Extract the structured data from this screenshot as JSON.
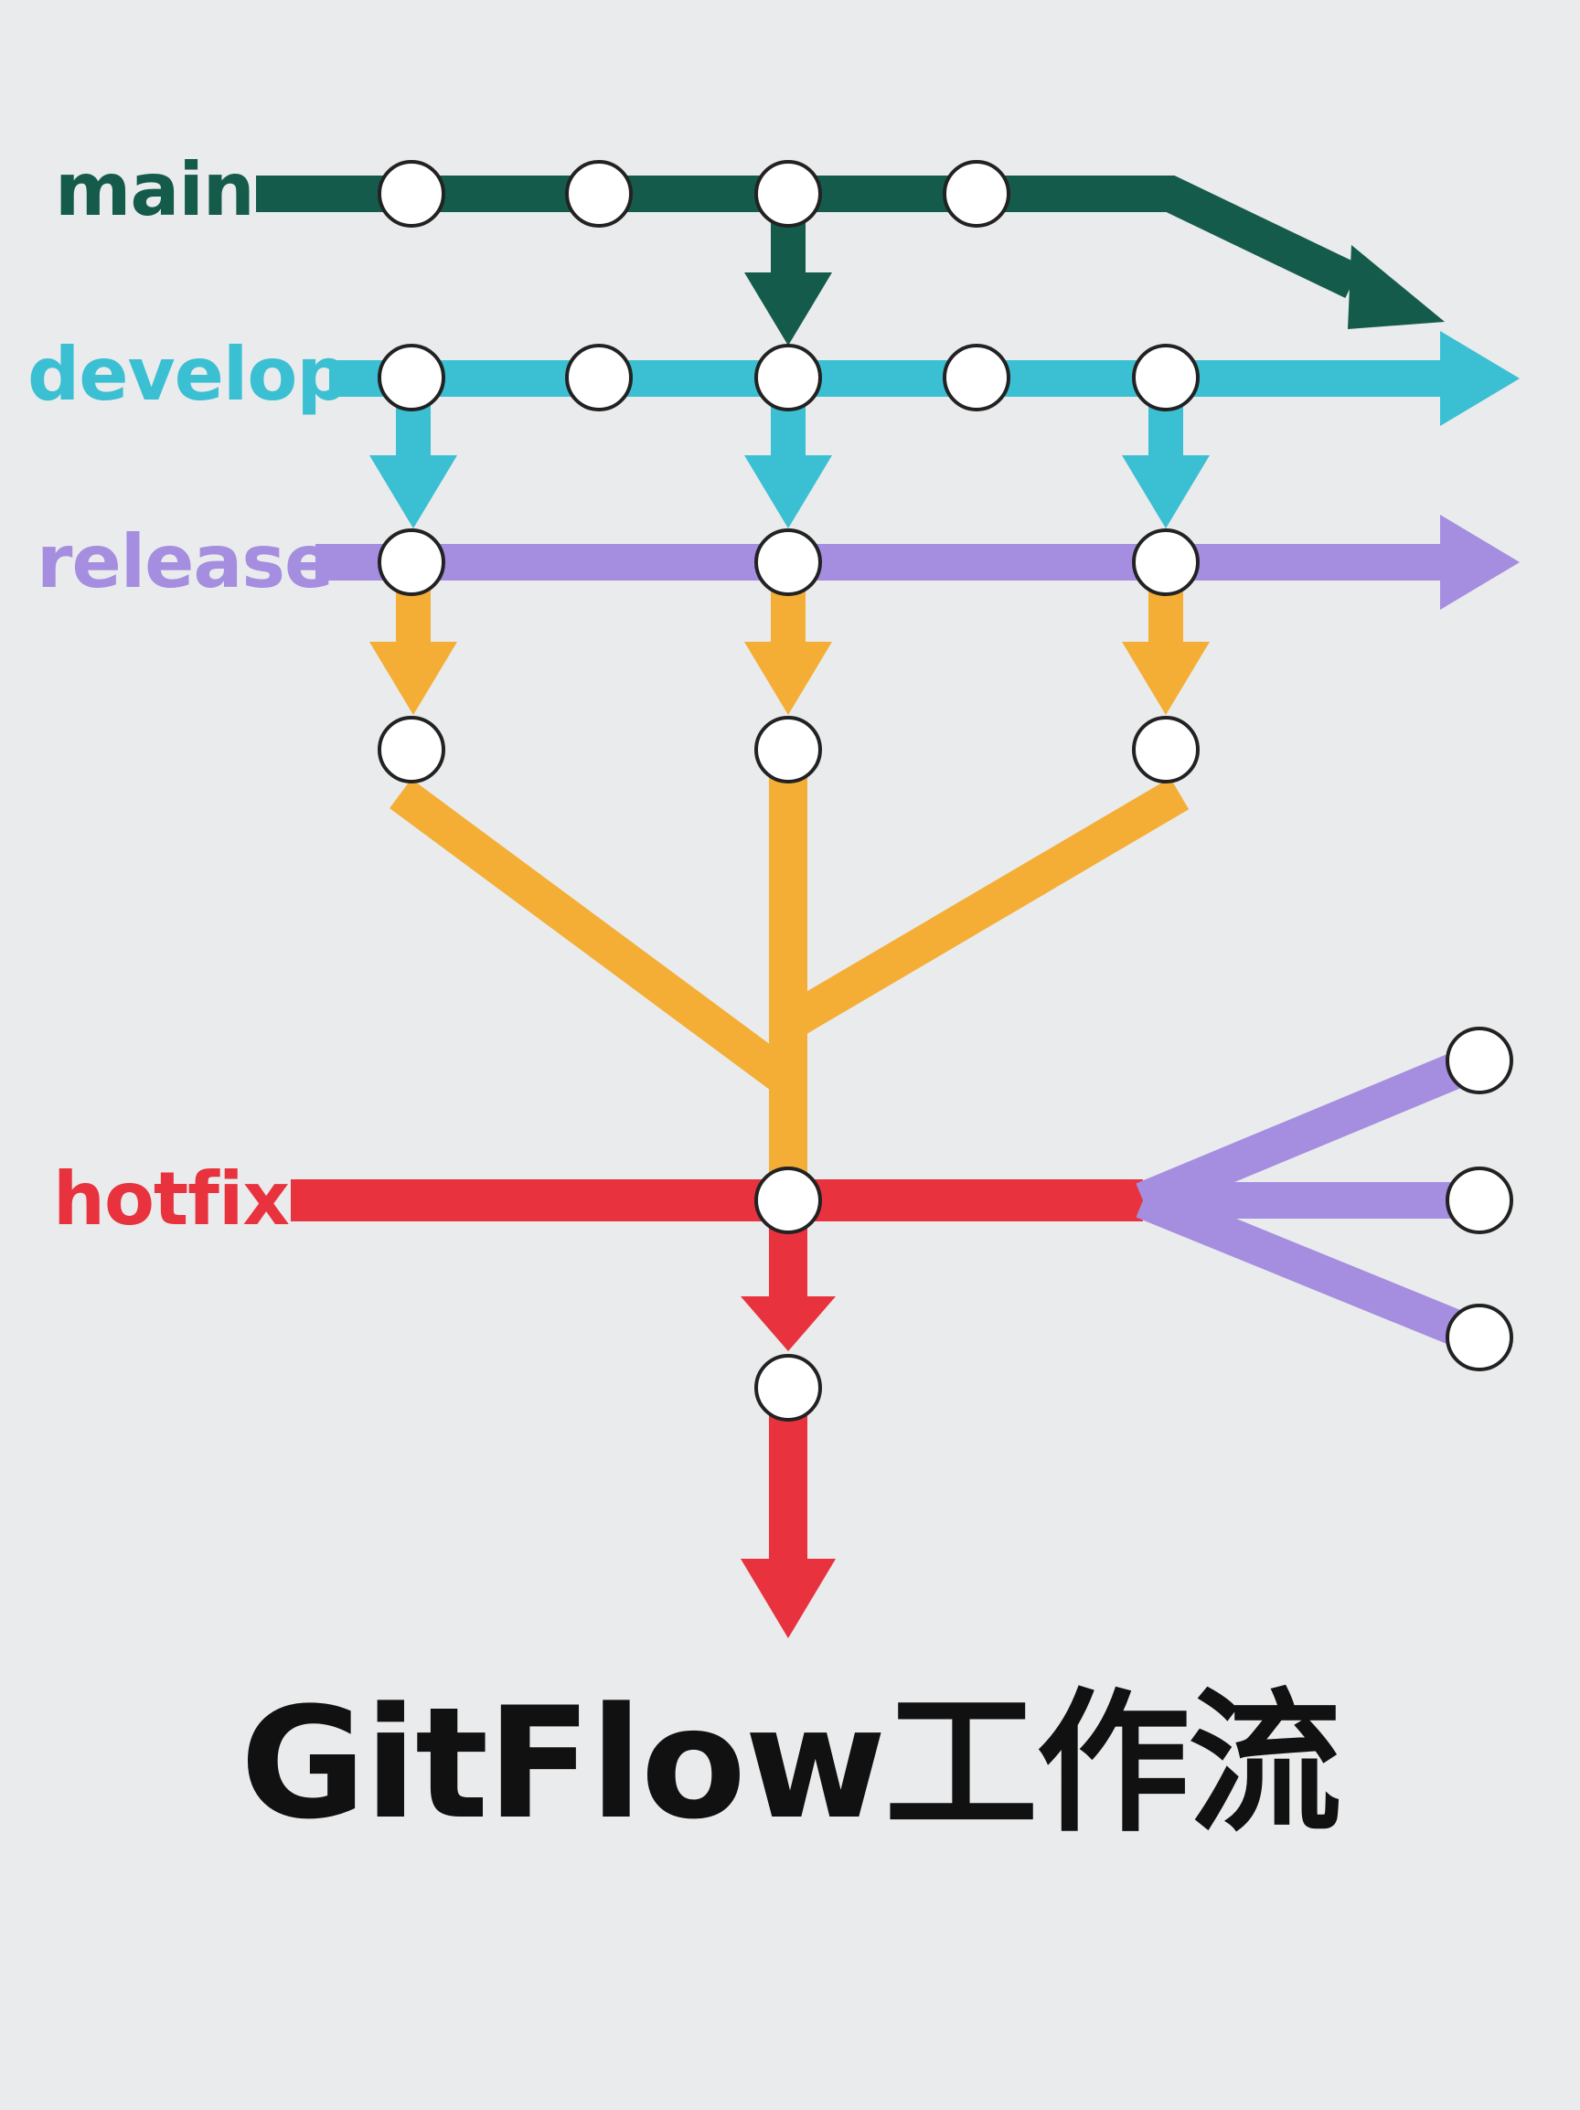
{
  "title": "GitFlow工作流",
  "branches": {
    "main": {
      "label": "main",
      "color": "#155b4b"
    },
    "develop": {
      "label": "develop",
      "color": "#3bbfd3"
    },
    "release": {
      "label": "release",
      "color": "#a58de0"
    },
    "feature": {
      "label": "",
      "color": "#f4ae35"
    },
    "hotfix": {
      "label": "hotfix",
      "color": "#e8323e"
    }
  },
  "commit_style": {
    "fill": "#ffffff",
    "stroke": "#222222"
  }
}
